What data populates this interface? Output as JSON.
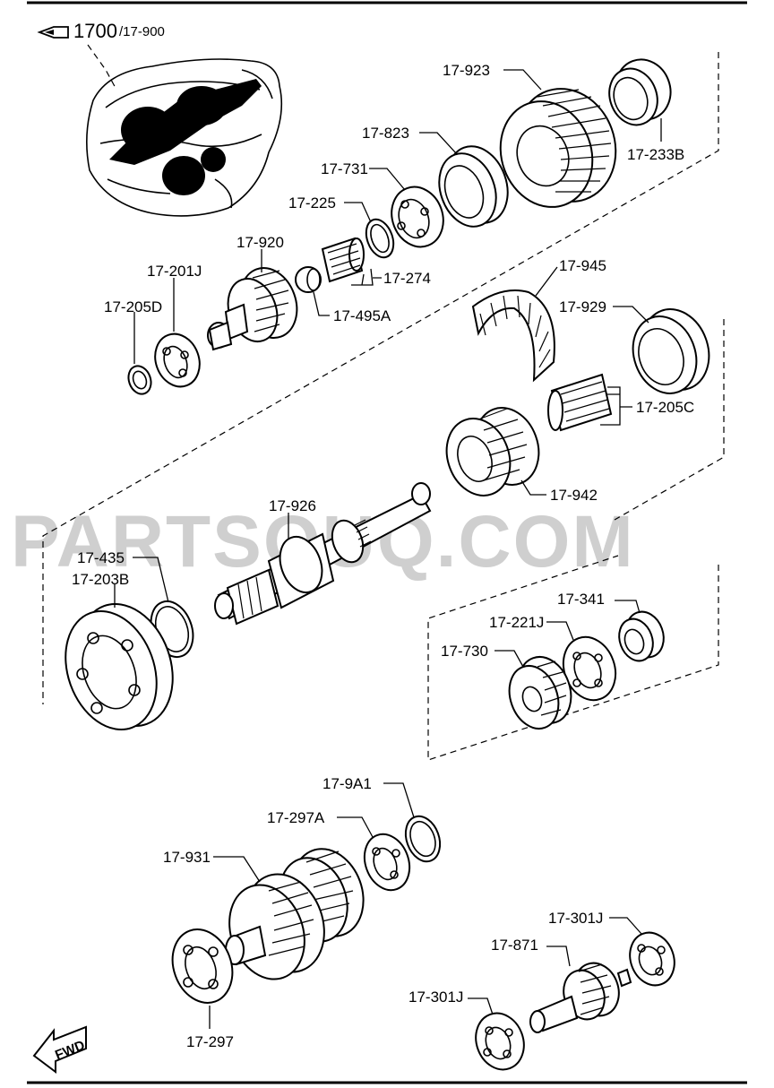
{
  "watermark": "PARTSOUQ.COM",
  "reference": {
    "main": "1700",
    "sub": "/17-900"
  },
  "fwd_label": "FWD",
  "labels": {
    "p17_923": "17-923",
    "p17_233B": "17-233B",
    "p17_823": "17-823",
    "p17_731": "17-731",
    "p17_225": "17-225",
    "p17_274": "17-274",
    "p17_920": "17-920",
    "p17_201J": "17-201J",
    "p17_205D": "17-205D",
    "p17_495A": "17-495A",
    "p17_945": "17-945",
    "p17_929": "17-929",
    "p17_205C": "17-205C",
    "p17_942": "17-942",
    "p17_926": "17-926",
    "p17_435": "17-435",
    "p17_203B": "17-203B",
    "p17_341": "17-341",
    "p17_221J": "17-221J",
    "p17_730": "17-730",
    "p17_9A1": "17-9A1",
    "p17_297A": "17-297A",
    "p17_931": "17-931",
    "p17_297": "17-297",
    "p17_301J_top": "17-301J",
    "p17_871": "17-871",
    "p17_301J_bottom": "17-301J"
  }
}
